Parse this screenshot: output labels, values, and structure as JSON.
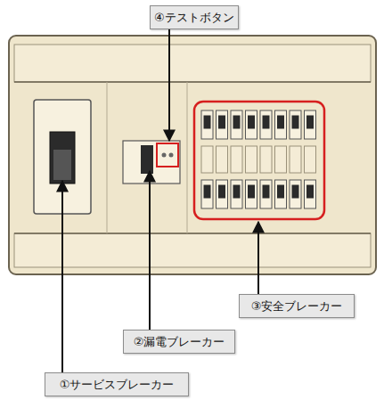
{
  "diagram": {
    "nodes": [
      {
        "text": [
          "④テストボタン"
        ]
      },
      {
        "text": [
          "③安全ブレーカー"
        ]
      },
      {
        "text": [
          "②漏電ブレーカー"
        ]
      },
      {
        "text": [
          "①サービスブレーカー"
        ]
      }
    ]
  }
}
